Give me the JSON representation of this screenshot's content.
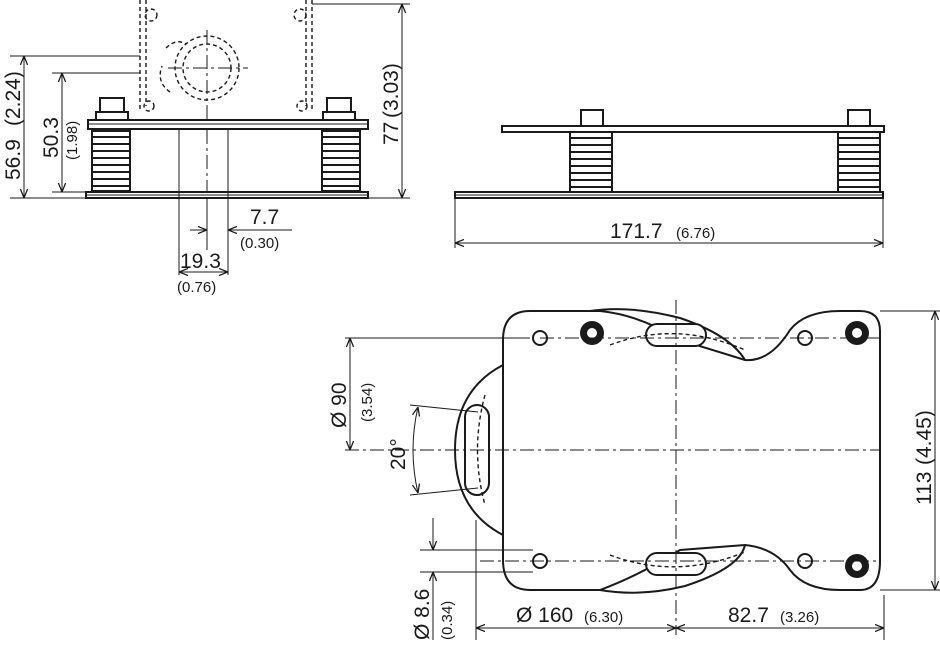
{
  "dimensions": {
    "h56": {
      "main": "56.9",
      "alt": "(2.24)"
    },
    "h50": {
      "main": "50.3",
      "alt": "(1.98)"
    },
    "h77": {
      "main": "77",
      "alt": "(3.03)"
    },
    "w7": {
      "main": "7.7",
      "alt": "(0.30)"
    },
    "w19": {
      "main": "19.3",
      "alt": "(0.76)"
    },
    "w171": {
      "main": "171.7",
      "alt": "(6.76)"
    },
    "d90": {
      "main": "Ø 90",
      "alt": "(3.54)"
    },
    "angle": {
      "main": "20°"
    },
    "h113": {
      "main": "113",
      "alt": "(4.45)"
    },
    "d8": {
      "main": "Ø 8.6",
      "alt": "(0.34)"
    },
    "d160": {
      "main": "Ø 160",
      "alt": "(6.30)"
    },
    "w82": {
      "main": "82.7",
      "alt": "(3.26)"
    }
  }
}
